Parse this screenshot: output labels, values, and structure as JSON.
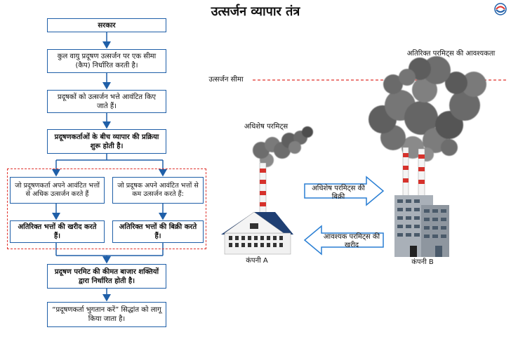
{
  "title": "उत्सर्जन व्यापार तंत्र",
  "flow": {
    "step1": "सरकार",
    "step2": "कुल वायु प्रदूषण उत्सर्जन पर एक सीमा (कैप) निर्धारित करती है।",
    "step3": "प्रदूषकों को उत्सर्जन भत्ते आवंटित किए जाते हैं।",
    "step4": "प्रदूषणकर्ताओं के बीच व्यापार की प्रक्रिया शुरू होती है।",
    "left_branch": "जो प्रदूषणकर्ता अपने आवंटित भत्तों से अधिक उत्सर्जन करते हैं",
    "right_branch": "जो प्रदूषक अपने आवंटित भत्तों से कम उत्सर्जन करते हैं:",
    "left_result": "अतिरिक्त भत्तों की खरीद करते हैं।",
    "right_result": "अतिरिक्त भत्तों की बिक्री करते हैं।",
    "step5": "प्रदूषण परमिट की कीमत बाजार शक्तियों द्वारा निर्धारित होती है।",
    "step6": "“प्रदूषणकर्ता भुगतान करें” सिद्धांत को लागू किया जाता है।"
  },
  "illustration": {
    "need_label": "अतिरिक्त परमिट्स की आवश्यकता",
    "cap_label": "उत्सर्जन सीमा",
    "surplus_label": "अधिशेष परमिट्स",
    "sell_arrow": "अधिशेष परमिट्स की बिक्री",
    "buy_arrow": "आवश्यक परमिट्स की खरीद",
    "company_a": "कंपनी A",
    "company_b": "कंपनी B"
  },
  "colors": {
    "box_border": "#1f5fa8",
    "dashed_red": "#e0302a",
    "arrow_blue": "#2a7fd4",
    "smoke": "#6f6f6f"
  }
}
